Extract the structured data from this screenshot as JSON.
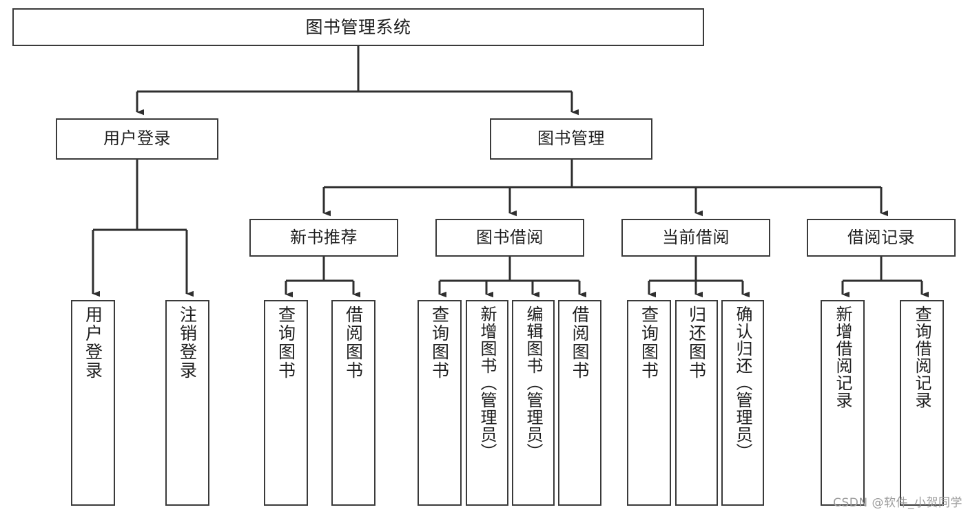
{
  "diagram": {
    "type": "tree-hierarchy",
    "title": "图书管理系统",
    "orientation": "top-down",
    "edge_color": "#2f2f2f",
    "box_border_color": "#3a3a3a",
    "background_color": "#ffffff",
    "nodes": {
      "root": {
        "label": "图书管理系统"
      },
      "level2": [
        {
          "id": "user-login",
          "label": "用户登录"
        },
        {
          "id": "book-manage",
          "label": "图书管理"
        }
      ],
      "level3": [
        {
          "id": "new-book-rec",
          "label": "新书推荐"
        },
        {
          "id": "book-borrow",
          "label": "图书借阅"
        },
        {
          "id": "current-borrow",
          "label": "当前借阅"
        },
        {
          "id": "borrow-record",
          "label": "借阅记录"
        }
      ],
      "leaves": {
        "user-login": [
          {
            "id": "leaf-user-login",
            "label": "用户登录"
          },
          {
            "id": "leaf-logout",
            "label": "注销登录"
          }
        ],
        "new-book-rec": [
          {
            "id": "leaf-query-book-1",
            "label": "查询图书"
          },
          {
            "id": "leaf-borrow-book-1",
            "label": "借阅图书"
          }
        ],
        "book-borrow": [
          {
            "id": "leaf-query-book-2",
            "label": "查询图书"
          },
          {
            "id": "leaf-add-book",
            "label": "新增图书（管理员）"
          },
          {
            "id": "leaf-edit-book",
            "label": "编辑图书（管理员）"
          },
          {
            "id": "leaf-borrow-book-2",
            "label": "借阅图书"
          }
        ],
        "current-borrow": [
          {
            "id": "leaf-query-book-3",
            "label": "查询图书"
          },
          {
            "id": "leaf-return-book",
            "label": "归还图书"
          },
          {
            "id": "leaf-confirm-return",
            "label": "确认归还（管理员）"
          }
        ],
        "borrow-record": [
          {
            "id": "leaf-add-record",
            "label": "新增借阅记录"
          },
          {
            "id": "leaf-query-record",
            "label": "查询借阅记录"
          }
        ]
      }
    }
  },
  "watermark": {
    "text": "CSDN @软件_小贺同学",
    "color": "#9b9b9b"
  }
}
